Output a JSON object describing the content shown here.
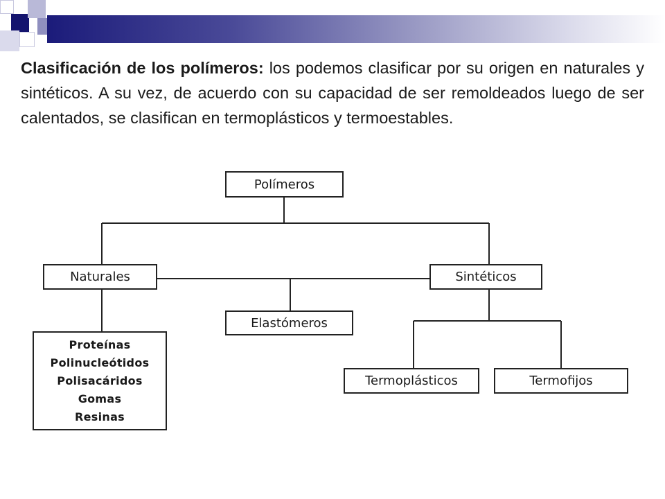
{
  "intro": {
    "title": "Clasificación de los polímeros:",
    "text": " los podemos clasificar por su origen en naturales y sintéticos. A su vez, de acuerdo con su capacidad de ser remoldeados luego de ser calentados, se clasifican en termoplásticos y termoestables."
  },
  "diagram": {
    "root": "Polímeros",
    "naturales": "Naturales",
    "sinteticos": "Sintéticos",
    "elastomeros": "Elastómeros",
    "termoplasticos": "Termoplásticos",
    "termofijos": "Termofijos",
    "natural_examples": [
      "Proteínas",
      "Polinucleótidos",
      "Polisacáridos",
      "Gomas",
      "Resinas"
    ]
  }
}
